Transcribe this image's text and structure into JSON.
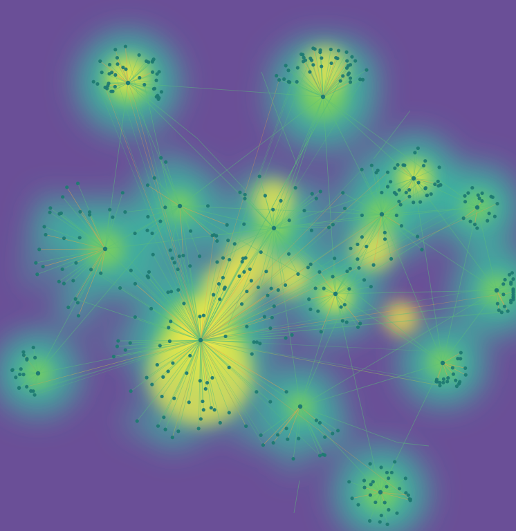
{
  "colors": {
    "background": "#6a4f97",
    "density_low": "#3fb4a0",
    "density_mid": "#7fd45a",
    "density_high": "#f6e84a",
    "edge": "#5bbf7a",
    "edge_warm": "#e9a24a",
    "node": "#1f7a72"
  },
  "hubs": [
    {
      "id": "center-hub",
      "leaves": 95
    },
    {
      "id": "top-left-cluster",
      "leaves": 40
    },
    {
      "id": "top-right-cluster",
      "leaves": 45
    },
    {
      "id": "upper-middle-hub",
      "leaves": 30
    },
    {
      "id": "right-middle-hub",
      "leaves": 28
    },
    {
      "id": "left-middle-hub",
      "leaves": 32
    },
    {
      "id": "right-upper-cluster",
      "leaves": 24
    },
    {
      "id": "right-cluster",
      "leaves": 18
    },
    {
      "id": "far-right-cluster",
      "leaves": 22
    },
    {
      "id": "lower-right-fan",
      "leaves": 20
    },
    {
      "id": "left-cluster",
      "leaves": 18
    },
    {
      "id": "bottom-middle-hub",
      "leaves": 16
    },
    {
      "id": "bottom-right-cluster",
      "leaves": 30
    },
    {
      "id": "mid-right-hub",
      "leaves": 22
    },
    {
      "id": "upper-left-hub",
      "leaves": 20
    }
  ]
}
